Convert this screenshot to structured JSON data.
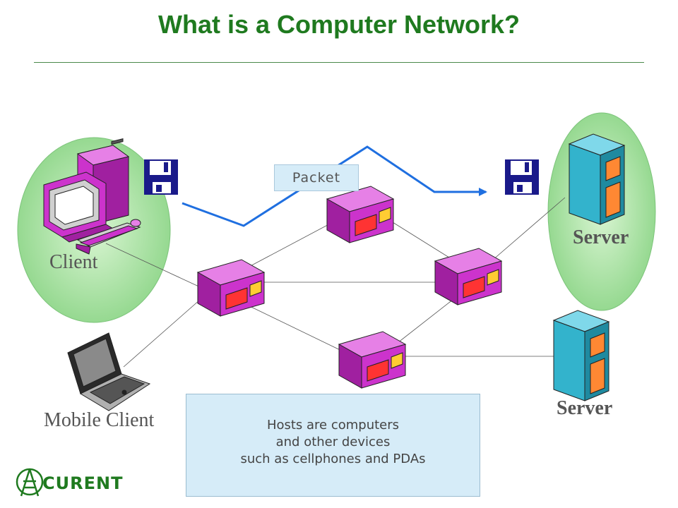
{
  "slide": {
    "title": "What is a Computer Network?"
  },
  "labels": {
    "client": "Client",
    "server_top": "Server",
    "server_bottom": "Server",
    "mobile_client": "Mobile Client"
  },
  "packet_label": "Packet",
  "note": {
    "lines": [
      "Hosts are computers",
      "and other devices",
      "such as cellphones and PDAs"
    ]
  },
  "logo": {
    "text": "CURENT"
  },
  "colors": {
    "title": "#1f7a1f",
    "host_highlight": "#b8e6b0",
    "device": "#cc33cc",
    "device_light": "#e680e6",
    "router_panel": "#ff3333",
    "server_body": "#33b3cc",
    "server_panel": "#ff8833",
    "path": "#1f6fe0",
    "note_bg": "#d6ecf8"
  }
}
